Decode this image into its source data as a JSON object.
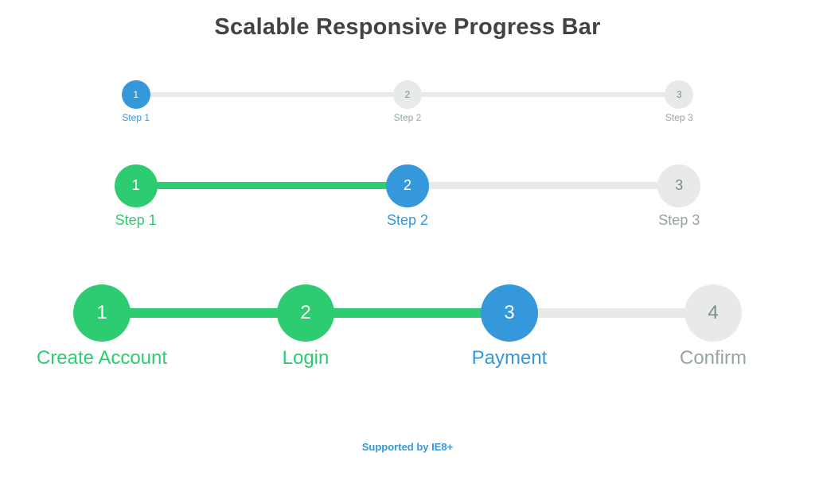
{
  "page": {
    "title": "Scalable Responsive Progress Bar",
    "footer_note": "Supported by IE8+"
  },
  "colors": {
    "active_blue": "#3498db",
    "complete_green": "#2ecc71",
    "inactive_gray": "#e8eaea",
    "inactive_number_gray": "#7f8c8d",
    "inactive_label_gray": "#95a5a6"
  },
  "bars": [
    {
      "size": "small",
      "steps": [
        {
          "number": "1",
          "label": "Step 1",
          "state": "active"
        },
        {
          "number": "2",
          "label": "Step 2",
          "state": "incomplete"
        },
        {
          "number": "3",
          "label": "Step 3",
          "state": "incomplete"
        }
      ]
    },
    {
      "size": "medium",
      "steps": [
        {
          "number": "1",
          "label": "Step 1",
          "state": "complete"
        },
        {
          "number": "2",
          "label": "Step 2",
          "state": "active"
        },
        {
          "number": "3",
          "label": "Step 3",
          "state": "incomplete"
        }
      ]
    },
    {
      "size": "large",
      "steps": [
        {
          "number": "1",
          "label": "Create Account",
          "state": "complete"
        },
        {
          "number": "2",
          "label": "Login",
          "state": "complete"
        },
        {
          "number": "3",
          "label": "Payment",
          "state": "active"
        },
        {
          "number": "4",
          "label": "Confirm",
          "state": "incomplete"
        }
      ]
    }
  ]
}
